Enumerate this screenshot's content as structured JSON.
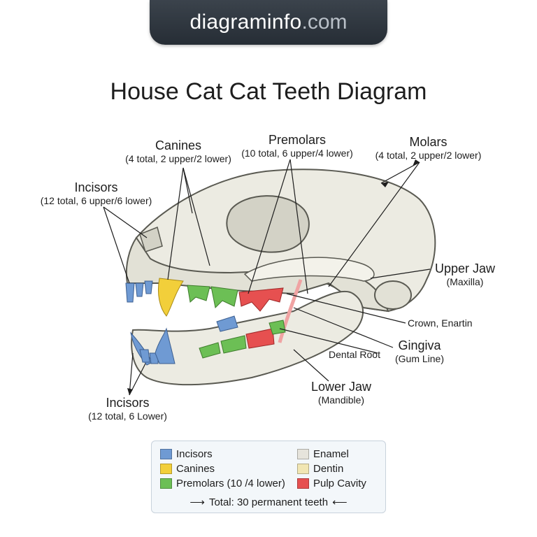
{
  "site": {
    "brand": "diagraminfo",
    "tld": ".com"
  },
  "title": "House Cat Cat Teeth Diagram",
  "labels": {
    "canines": {
      "name": "Canines",
      "detail": "(4 total, 2 upper/2 lower)"
    },
    "premolars": {
      "name": "Premolars",
      "detail": "(10 total, 6 upper/4 lower)"
    },
    "molars": {
      "name": "Molars",
      "detail": "(4 total, 2 upper/2 lower)"
    },
    "incisors_upper": {
      "name": "Incisors",
      "detail": "(12 total, 6 upper/6 lower)"
    },
    "upper_jaw": {
      "name": "Upper Jaw",
      "detail": "(Maxilla)"
    },
    "crown": {
      "name": "Crown, Enartin"
    },
    "gingiva": {
      "name": "Gingiva",
      "detail": "(Gum Line)"
    },
    "dental_root": {
      "name": "Dental Root"
    },
    "lower_jaw": {
      "name": "Lower Jaw",
      "detail": "(Mandible)"
    },
    "incisors_lower": {
      "name": "Incisors",
      "detail": "(12 total, 6 Lower)"
    }
  },
  "legend": {
    "items": [
      {
        "label": "Incisors",
        "color": "#6f9ad3"
      },
      {
        "label": "Canines",
        "color": "#f2cf3a"
      },
      {
        "label": "Premolars (10 /4 lower)",
        "color": "#6cbf55"
      },
      {
        "label": "Enamel",
        "color": "#e6e4dc"
      },
      {
        "label": "Dentin",
        "color": "#f1e6b3"
      },
      {
        "label": "Pulp Cavity",
        "color": "#e65050"
      }
    ],
    "total": "Total: 30 permanent teeth"
  },
  "colors": {
    "bone": "#ecebe2",
    "bone_shadow": "#d3d2c6",
    "outline": "#5a5a52",
    "incisor": "#6f9ad3",
    "canine": "#f2cf3a",
    "premolar": "#6cbf55",
    "pulp": "#e65050",
    "gum": "#f0a3a3"
  }
}
